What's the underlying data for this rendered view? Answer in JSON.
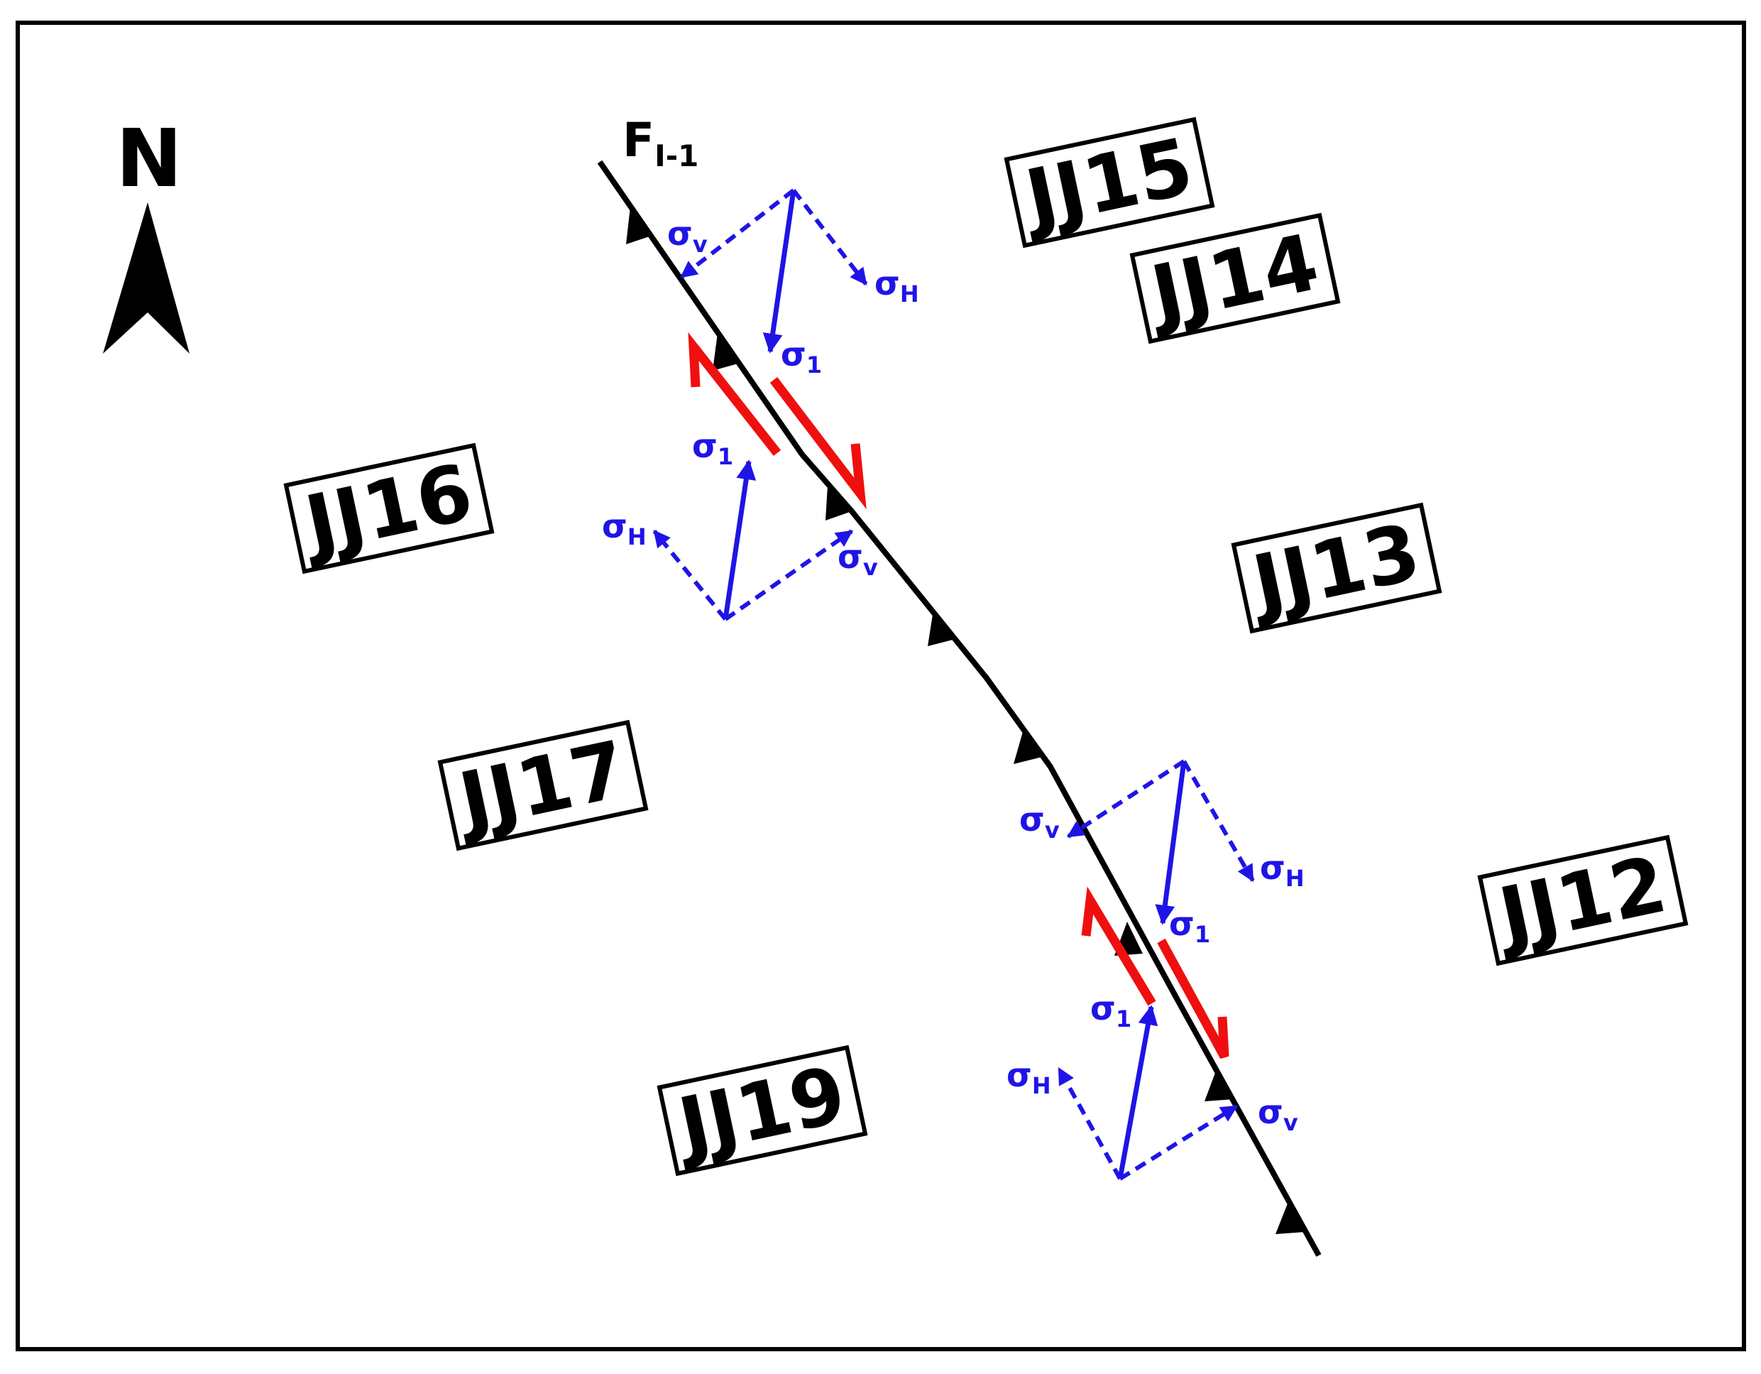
{
  "north": {
    "label": "N"
  },
  "fault": {
    "label_main": "F",
    "label_sub": "I-1"
  },
  "wells": [
    "JJ15",
    "JJ14",
    "JJ16",
    "JJ13",
    "JJ17",
    "JJ12",
    "JJ19"
  ],
  "stress_labels": {
    "upper_hanging": {
      "sigma_v": {
        "sym": "σ",
        "sub": "v"
      },
      "sigma_h": {
        "sym": "σ",
        "sub": "H"
      },
      "sigma_1": {
        "sym": "σ",
        "sub": "1"
      }
    },
    "upper_foot": {
      "sigma_1": {
        "sym": "σ",
        "sub": "1"
      },
      "sigma_h": {
        "sym": "σ",
        "sub": "H"
      },
      "sigma_v": {
        "sym": "σ",
        "sub": "v"
      }
    },
    "lower_hanging": {
      "sigma_v": {
        "sym": "σ",
        "sub": "v"
      },
      "sigma_h": {
        "sym": "σ",
        "sub": "H"
      },
      "sigma_1": {
        "sym": "σ",
        "sub": "1"
      }
    },
    "lower_foot": {
      "sigma_1": {
        "sym": "σ",
        "sub": "1"
      },
      "sigma_h": {
        "sym": "σ",
        "sub": "H"
      },
      "sigma_v": {
        "sym": "σ",
        "sub": "v"
      }
    }
  },
  "colors": {
    "stress": "#1f14e6",
    "shear": "#f00f0f",
    "fault": "#000000",
    "frame": "#000000"
  }
}
